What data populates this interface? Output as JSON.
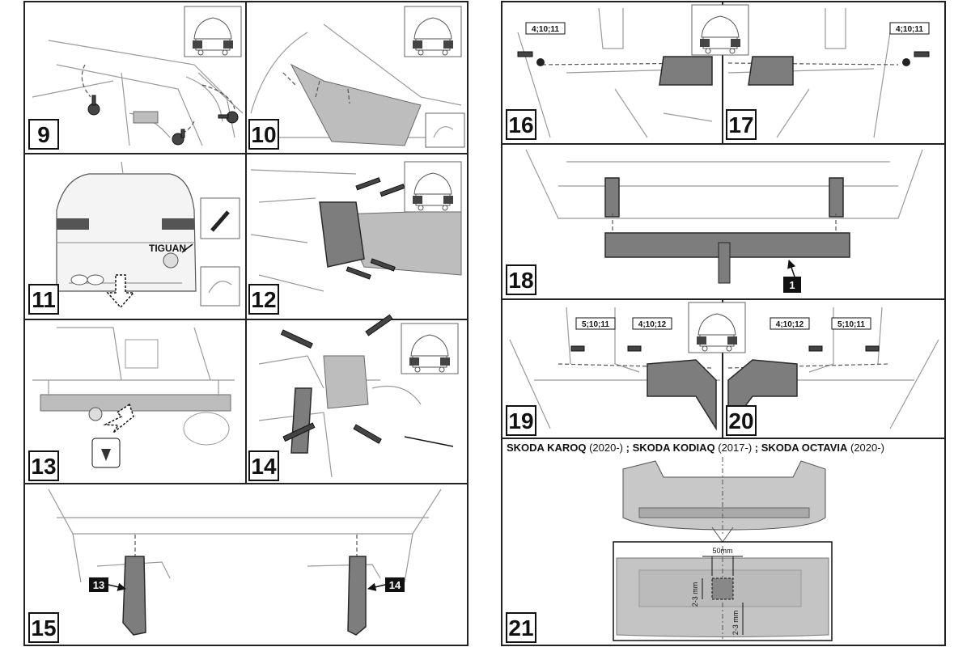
{
  "steps": {
    "s9": "9",
    "s10": "10",
    "s11": "11",
    "s12": "12",
    "s13": "13",
    "s14": "14",
    "s15": "15",
    "s16": "16",
    "s17": "17",
    "s18": "18",
    "s19": "19",
    "s20": "20",
    "s21": "21"
  },
  "labels": {
    "tiguan": "TIGUAN",
    "part13": "13",
    "part14": "14",
    "part1": "1"
  },
  "torque_codes": {
    "p16": "4;10;11",
    "p17": "4;10;11",
    "p19_outer": "5;10;11",
    "p19_inner": "4;10;12",
    "p20_inner": "4;10;12",
    "p20_outer": "5;10;11"
  },
  "panel21": {
    "m1": "SKODA KAROQ",
    "y1": " (2020-)",
    "sep1": " ; ",
    "m2": "SKODA KODIAQ",
    "y2": " (2017-)",
    "sep2": " ; ",
    "m3": "SKODA OCTAVIA",
    "y3": " (2020-)",
    "width_dim": "50mm",
    "height_dim_a": "2-3 mm",
    "height_dim_b": "2-3 mm"
  },
  "colors": {
    "part_fill": "#7d7d7d",
    "outline": "#222222",
    "line_art": "#9a9a9a"
  }
}
